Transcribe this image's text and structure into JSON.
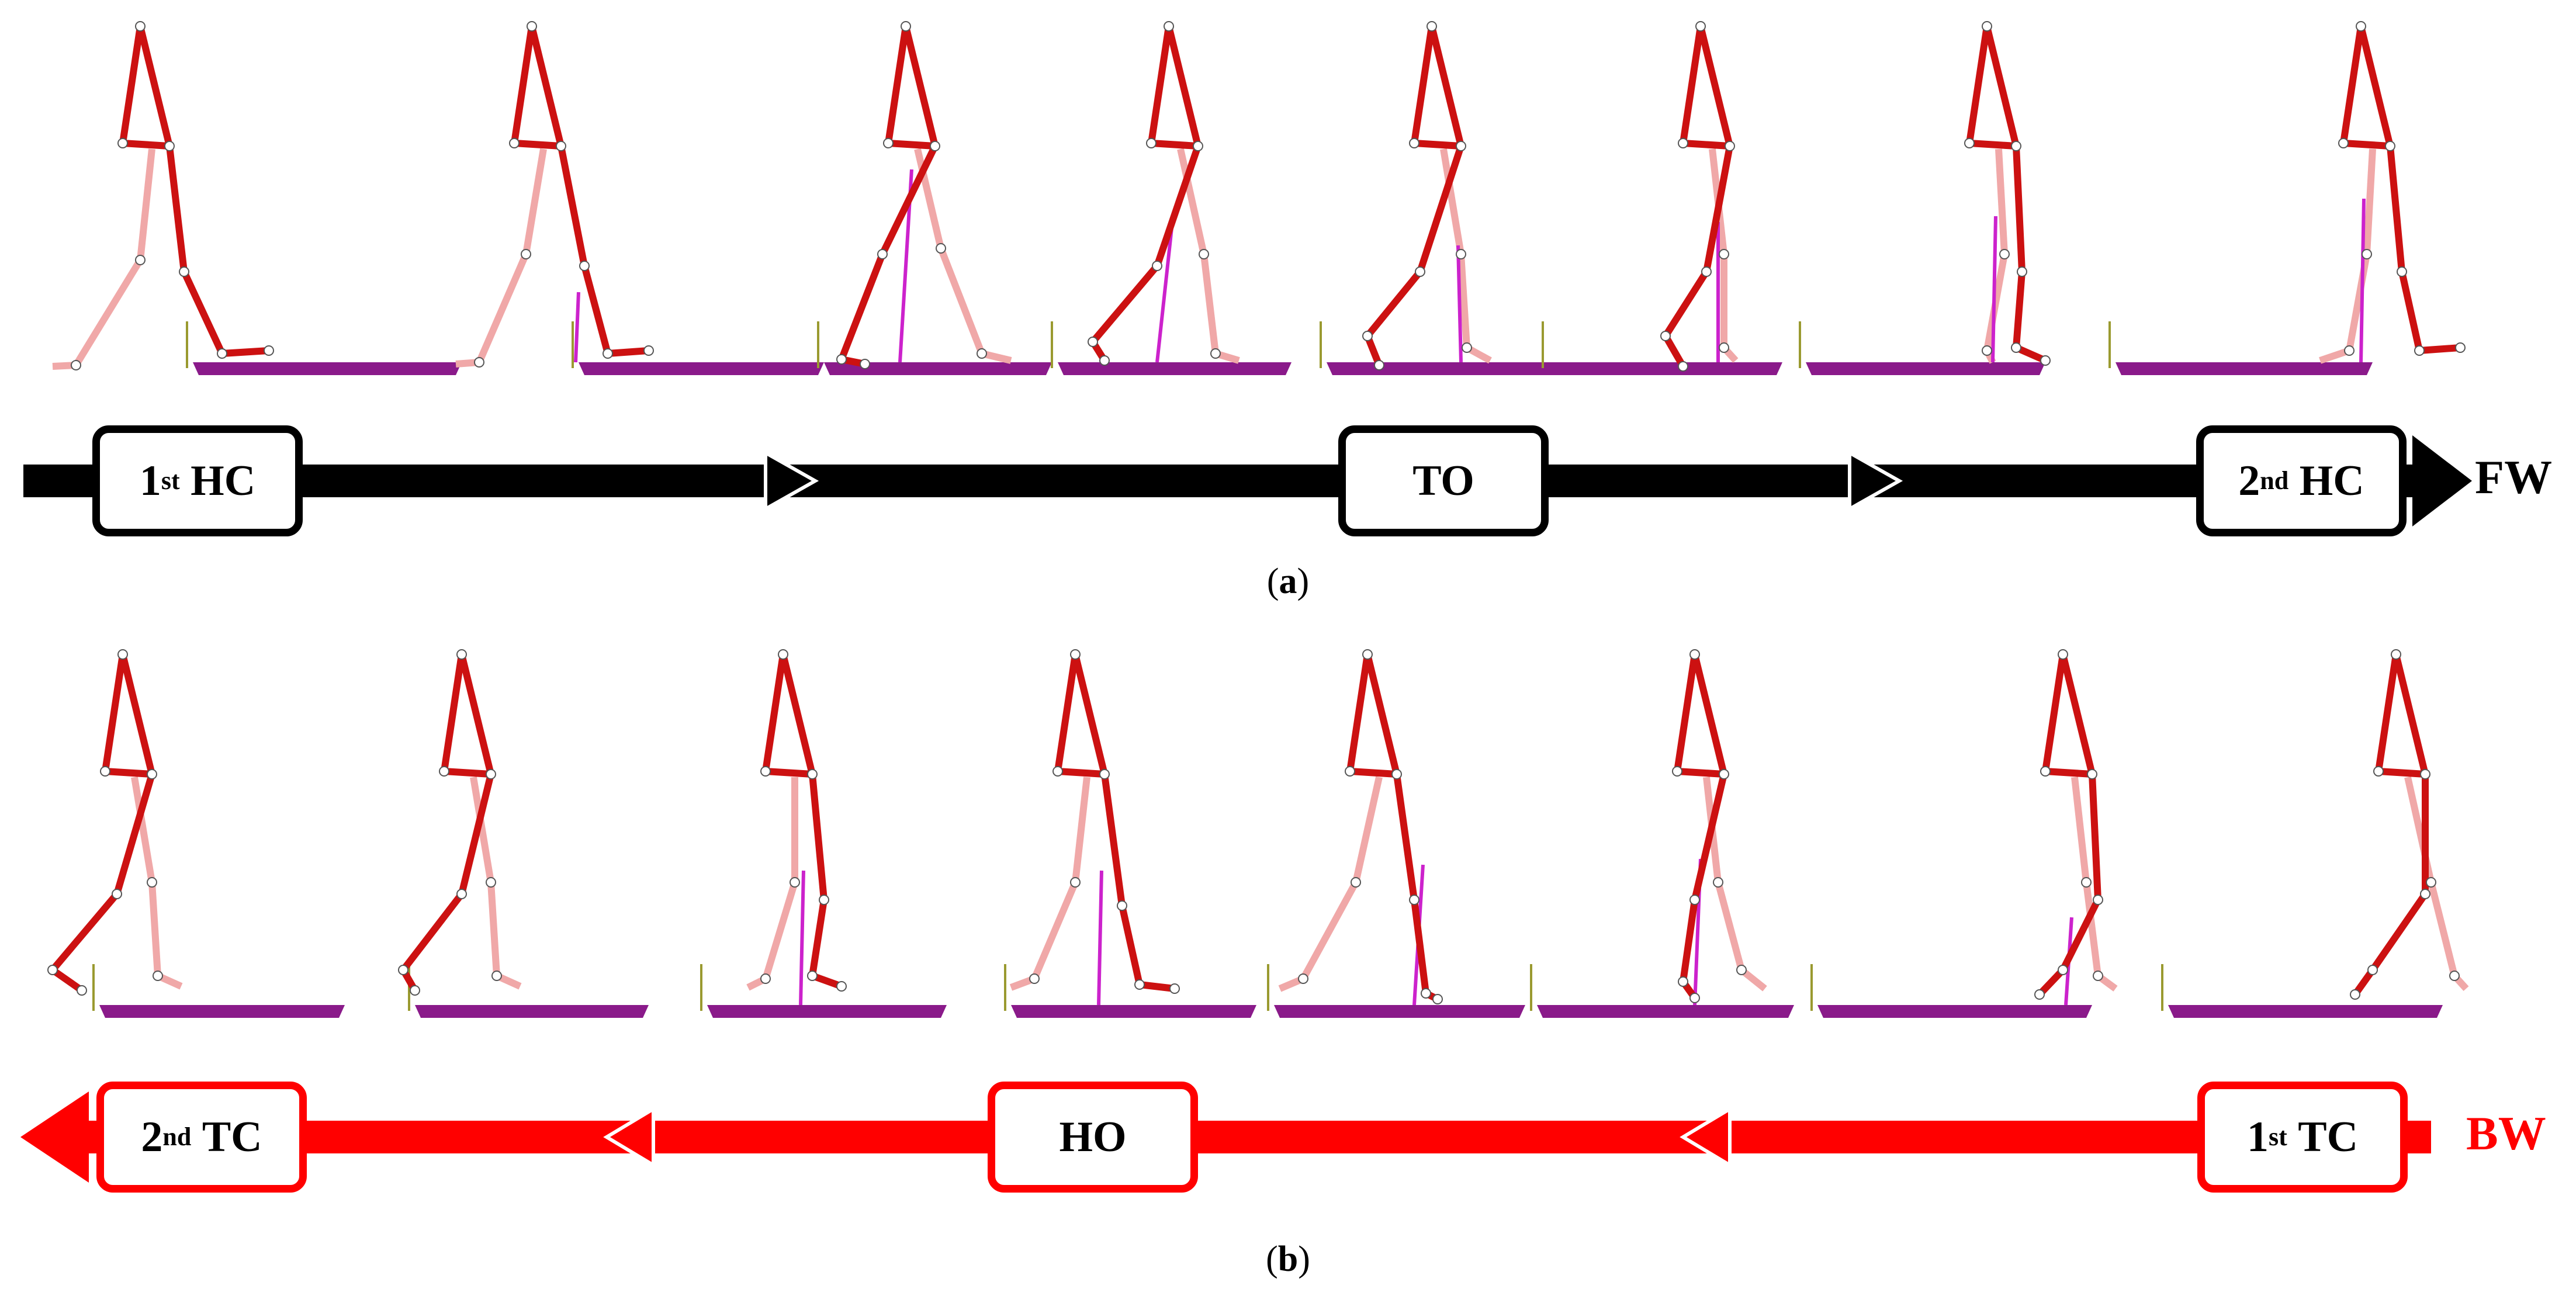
{
  "panel_a": {
    "caption_open": "(",
    "caption_letter": "a",
    "caption_close": ")",
    "direction_label": "FW",
    "arrow_color": "#000000",
    "events": [
      {
        "ord": "1",
        "sup": "st",
        "name": "HC"
      },
      {
        "name": "TO"
      },
      {
        "ord": "2",
        "sup": "nd",
        "name": "HC"
      }
    ]
  },
  "panel_b": {
    "caption_open": "(",
    "caption_letter": "b",
    "caption_close": ")",
    "direction_label": "BW",
    "arrow_color": "#ff0000",
    "events": [
      {
        "ord": "2",
        "sup": "nd",
        "name": "TC"
      },
      {
        "name": "HO"
      },
      {
        "ord": "1",
        "sup": "st",
        "name": "TC"
      }
    ]
  },
  "colors": {
    "limb_primary": "#cc1111",
    "limb_secondary": "#f0a8a8",
    "force_plate": "#8a1a8a",
    "force_vector": "#cc22cc",
    "marker": "#ffffff"
  }
}
